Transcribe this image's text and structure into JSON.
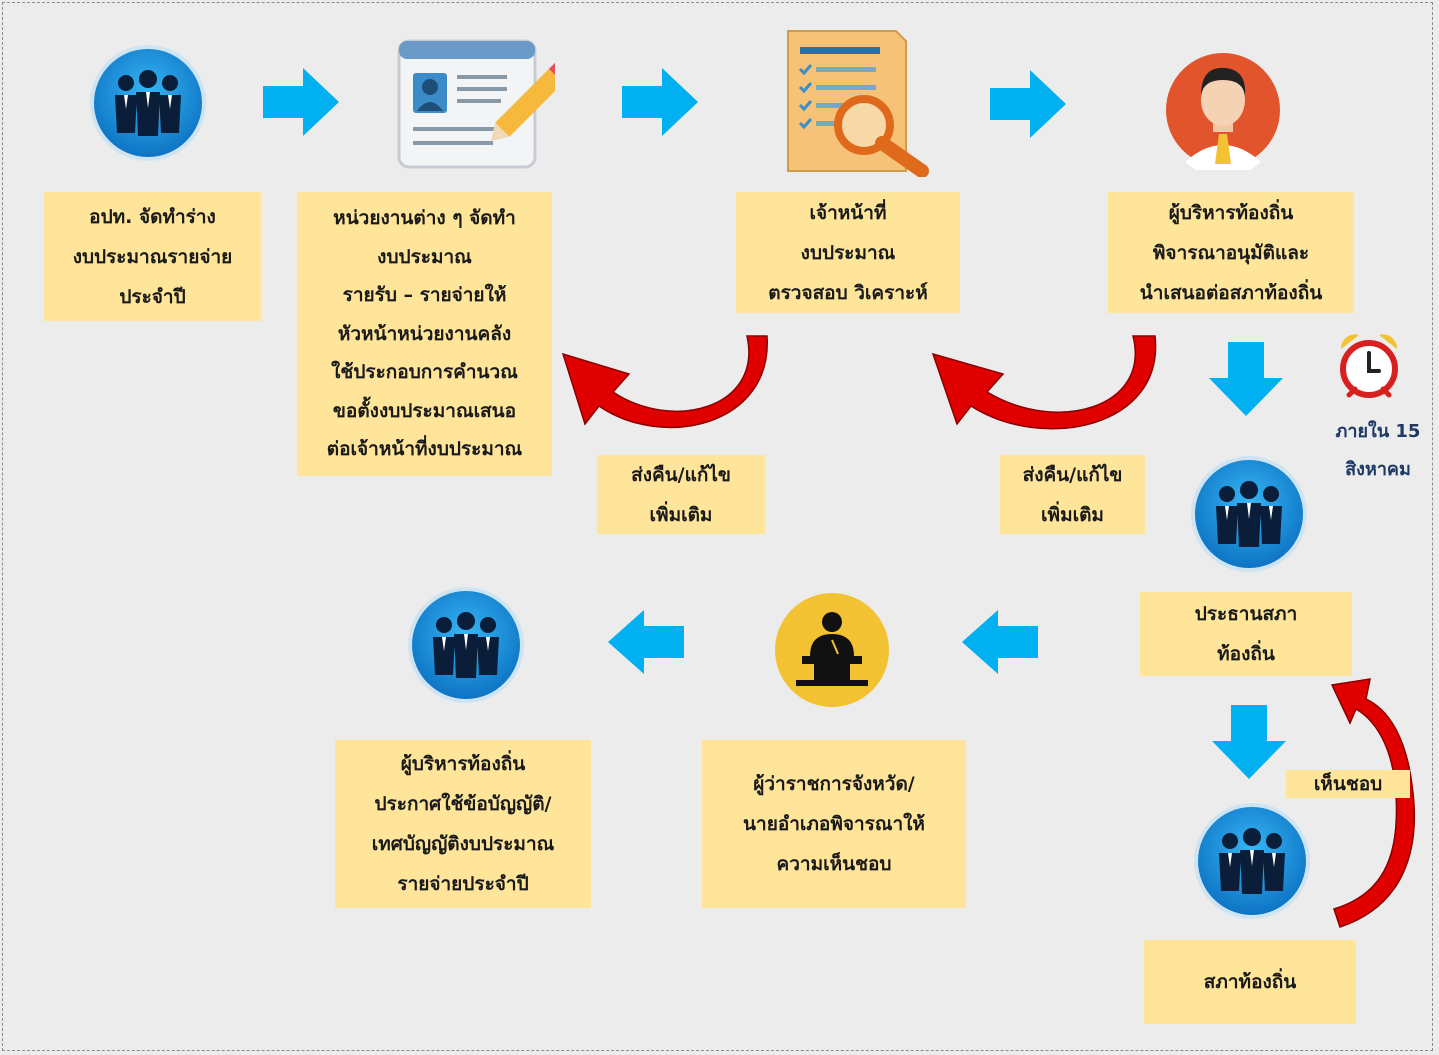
{
  "steps": {
    "s1": [
      "อปท. จัดทำร่าง",
      "งบประมาณรายจ่าย",
      "ประจำปี"
    ],
    "s2": [
      "หน่วยงานต่าง ๆ จัดทำ",
      "งบประมาณ",
      "รายรับ – รายจ่ายให้",
      "หัวหน้าหน่วยงานคลัง",
      "ใช้ประกอบการคำนวณ",
      "ขอตั้งงบประมาณเสนอ",
      "ต่อเจ้าหน้าที่งบประมาณ"
    ],
    "s3": [
      "เจ้าหน้าที่",
      "งบประมาณ",
      "ตรวจสอบ วิเคราะห์"
    ],
    "s4": [
      "ผู้บริหารท้องถิ่น",
      "พิจารณาอนุมัติและ",
      "นำเสนอต่อสภาท้องถิ่น"
    ],
    "s5": [
      "ประธานสภา",
      "ท้องถิ่น"
    ],
    "s6": [
      "สภาท้องถิ่น"
    ],
    "s7": [
      "ผู้ว่าราชการจังหวัด/",
      "นายอำเภอพิจารณาให้",
      "ความเห็นชอบ"
    ],
    "s8": [
      "ผู้บริหารท้องถิ่น",
      "ประกาศใช้ข้อบัญญัติ/",
      "เทศบัญญัติงบประมาณ",
      "รายจ่ายประจำปี"
    ]
  },
  "return_note_1": [
    "ส่งคืน/แก้ไข",
    "เพิ่มเติม"
  ],
  "return_note_2": [
    "ส่งคืน/แก้ไข",
    "เพิ่มเติม"
  ],
  "approve_note": "เห็นชอบ",
  "deadline": [
    "ภายใน 15",
    "สิงหาคม"
  ],
  "icons": {
    "s1": "people-group-icon",
    "s2": "profile-form-edit-icon",
    "s3": "document-search-icon",
    "s4": "executive-avatar-icon",
    "s5": "people-group-icon",
    "s6": "people-group-icon",
    "s7": "official-at-podium-icon",
    "s8": "people-group-icon",
    "deadline": "alarm-clock-icon"
  },
  "colors": {
    "background": "#ececec",
    "label_box": "#ffe599",
    "flow_arrow": "#00b0f0",
    "return_arrow": "#e00000",
    "deadline_text": "#1f3864",
    "group_icon": "#1f8fd6",
    "avatar_icon": "#e2552c",
    "podium_icon": "#f3c232"
  }
}
